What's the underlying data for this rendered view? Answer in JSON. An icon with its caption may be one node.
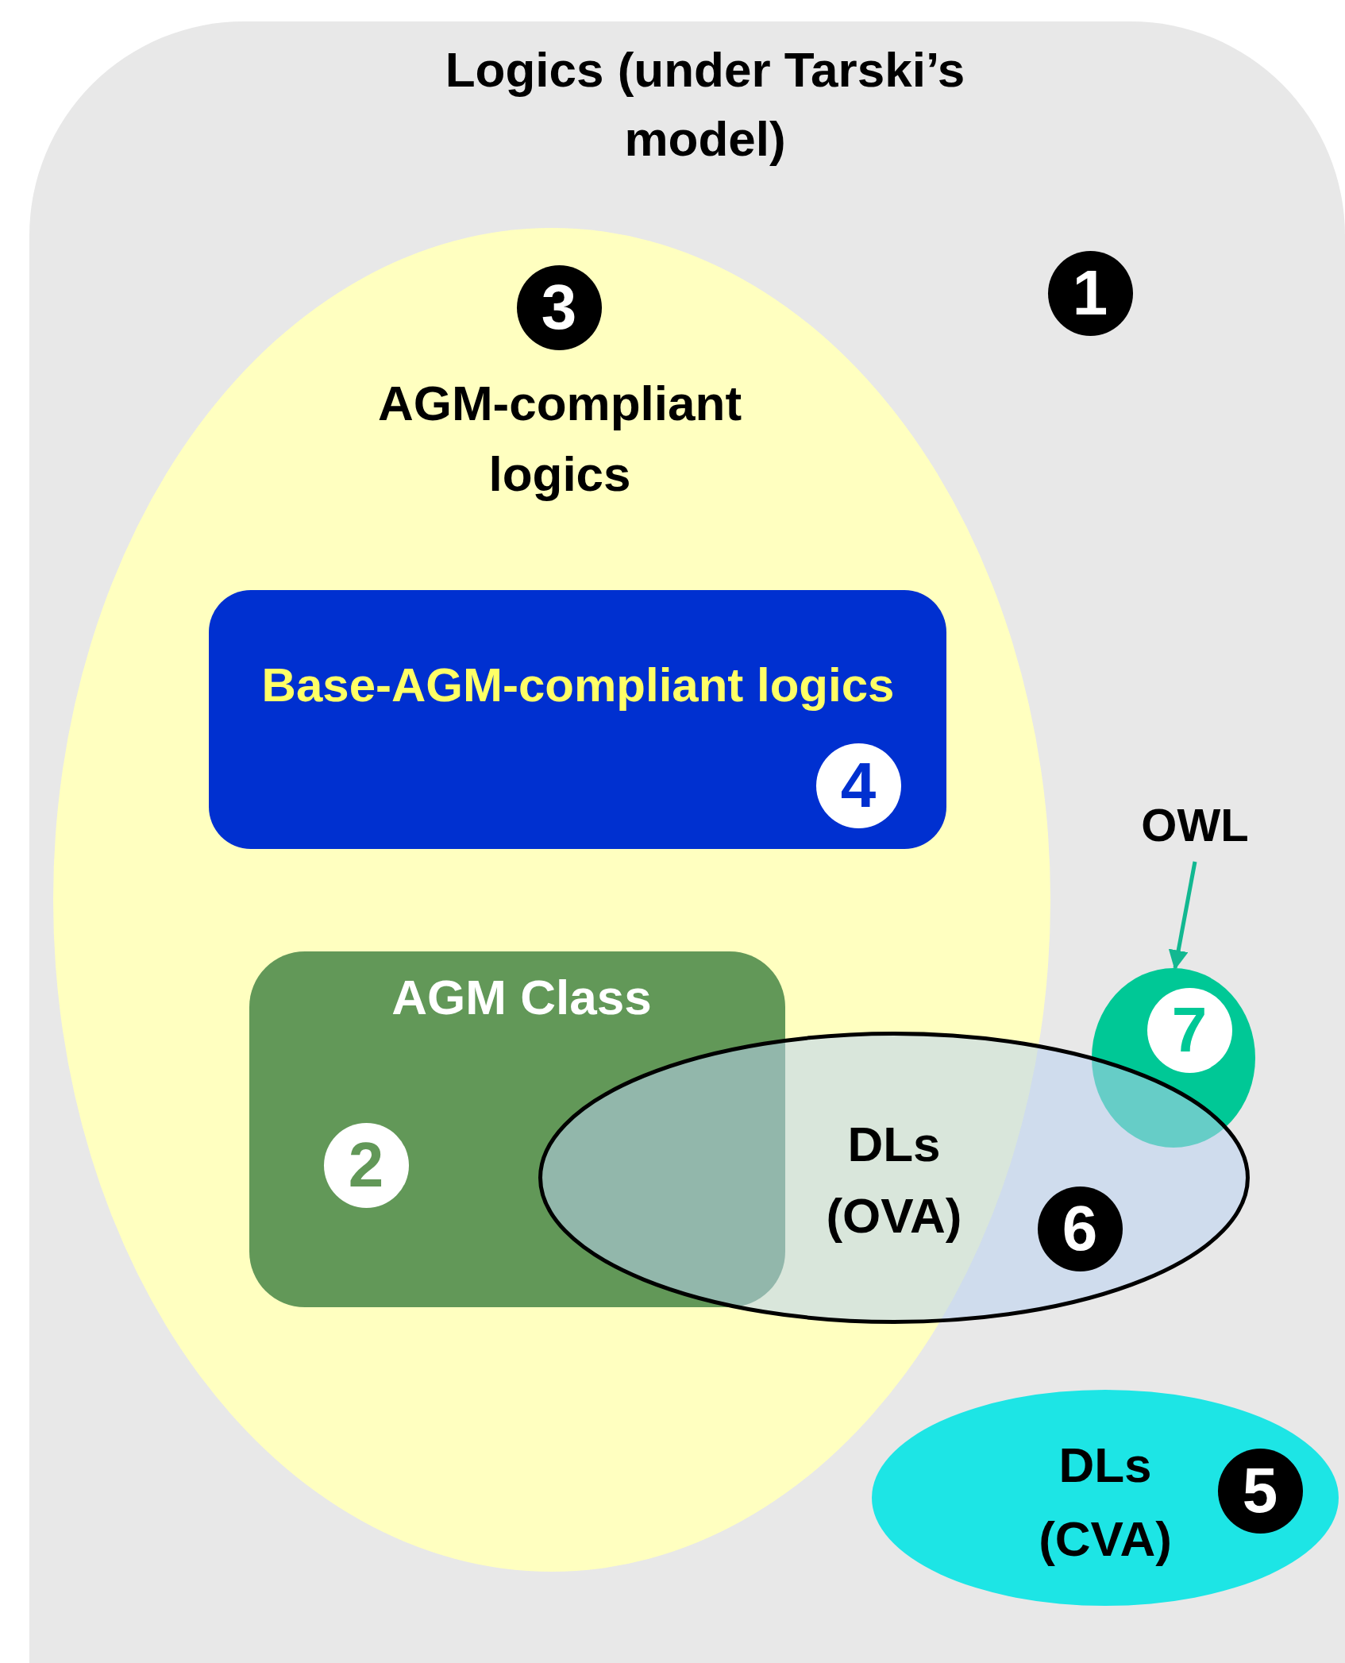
{
  "diagram": {
    "nodes": [
      {
        "text": [
          "Logics (under Tarski’s model)",
          "1"
        ]
      },
      {
        "text": [
          "3",
          "AGM-compliant logics"
        ],
        "in": 0
      },
      {
        "text": [
          "Base-AGM-compliant logics",
          "4"
        ],
        "in": 1
      },
      {
        "text": [
          "OWL"
        ],
        "in": 0
      },
      {
        "text": [
          "7"
        ],
        "in": 0
      },
      {
        "text": [
          "AGM Class",
          "2"
        ],
        "in": 1
      },
      {
        "text": [
          "DLs (OVA)",
          "6"
        ],
        "in": 0
      },
      {
        "text": [
          "DLs (CVA)",
          "5"
        ],
        "in": 0
      }
    ],
    "edges": [
      {
        "from": 3,
        "to": 4,
        "arrow": "to",
        "color": "#12b891"
      }
    ]
  }
}
